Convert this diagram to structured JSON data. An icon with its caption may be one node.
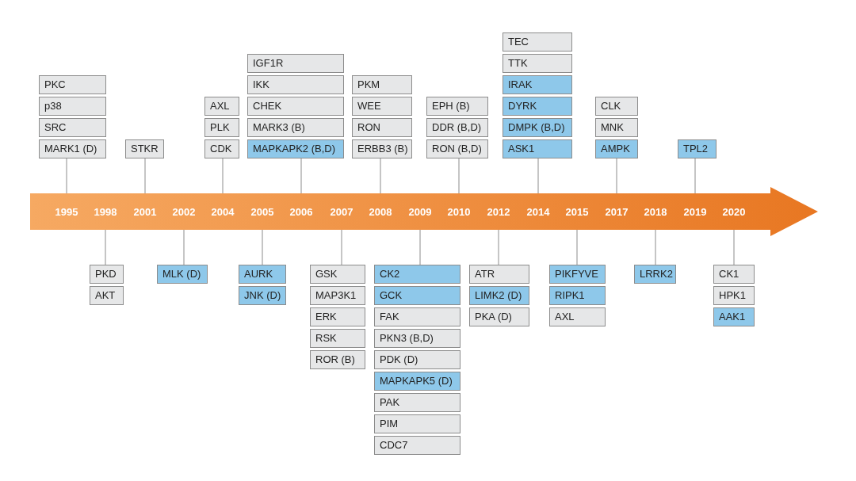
{
  "diagram": {
    "nodes": [
      {
        "text": [],
        "shape": "arrow"
      },
      {
        "text": [
          "1995"
        ],
        "in": 0
      },
      {
        "text": [
          "1998"
        ],
        "in": 0
      },
      {
        "text": [
          "2001"
        ],
        "in": 0
      },
      {
        "text": [
          "2002"
        ],
        "in": 0
      },
      {
        "text": [
          "2004"
        ],
        "in": 0
      },
      {
        "text": [
          "2005"
        ],
        "in": 0
      },
      {
        "text": [
          "2006"
        ],
        "in": 0
      },
      {
        "text": [
          "2007"
        ],
        "in": 0
      },
      {
        "text": [
          "2008"
        ],
        "in": 0
      },
      {
        "text": [
          "2009"
        ],
        "in": 0
      },
      {
        "text": [
          "2010"
        ],
        "in": 0
      },
      {
        "text": [
          "2012"
        ],
        "in": 0
      },
      {
        "text": [
          "2014"
        ],
        "in": 0
      },
      {
        "text": [
          "2015"
        ],
        "in": 0
      },
      {
        "text": [
          "2017"
        ],
        "in": 0
      },
      {
        "text": [
          "2018"
        ],
        "in": 0
      },
      {
        "text": [
          "2019"
        ],
        "in": 0
      },
      {
        "text": [
          "2020"
        ],
        "in": 0
      },
      {
        "text": [
          "PKC"
        ]
      },
      {
        "text": [
          "p38"
        ]
      },
      {
        "text": [
          "SRC"
        ]
      },
      {
        "text": [
          "MARK1 (D)"
        ]
      },
      {
        "text": [
          "STKR"
        ]
      },
      {
        "text": [
          "AXL"
        ]
      },
      {
        "text": [
          "PLK"
        ]
      },
      {
        "text": [
          "CDK"
        ]
      },
      {
        "text": [
          "IGF1R"
        ]
      },
      {
        "text": [
          "IKK"
        ]
      },
      {
        "text": [
          "CHEK"
        ]
      },
      {
        "text": [
          "MARK3 (B)"
        ]
      },
      {
        "text": [
          "MAPKAPK2 (B,D)"
        ]
      },
      {
        "text": [
          "PKM"
        ]
      },
      {
        "text": [
          "WEE"
        ]
      },
      {
        "text": [
          "RON"
        ]
      },
      {
        "text": [
          "ERBB3 (B)"
        ]
      },
      {
        "text": [
          "EPH (B)"
        ]
      },
      {
        "text": [
          "DDR (B,D)"
        ]
      },
      {
        "text": [
          "RON (B,D)"
        ]
      },
      {
        "text": [
          "TEC"
        ]
      },
      {
        "text": [
          "TTK"
        ]
      },
      {
        "text": [
          "IRAK"
        ]
      },
      {
        "text": [
          "DYRK"
        ]
      },
      {
        "text": [
          "DMPK (B,D)"
        ]
      },
      {
        "text": [
          "ASK1"
        ]
      },
      {
        "text": [
          "CLK"
        ]
      },
      {
        "text": [
          "MNK"
        ]
      },
      {
        "text": [
          "AMPK"
        ]
      },
      {
        "text": [
          "TPL2"
        ]
      },
      {
        "text": [
          "PKD"
        ]
      },
      {
        "text": [
          "AKT"
        ]
      },
      {
        "text": [
          "MLK (D)"
        ]
      },
      {
        "text": [
          "AURK"
        ]
      },
      {
        "text": [
          "JNK (D)"
        ]
      },
      {
        "text": [
          "GSK"
        ]
      },
      {
        "text": [
          "MAP3K1"
        ]
      },
      {
        "text": [
          "ERK"
        ]
      },
      {
        "text": [
          "RSK"
        ]
      },
      {
        "text": [
          "ROR (B)"
        ]
      },
      {
        "text": [
          "CK2"
        ]
      },
      {
        "text": [
          "GCK"
        ]
      },
      {
        "text": [
          "FAK"
        ]
      },
      {
        "text": [
          "PKN3 (B,D)"
        ]
      },
      {
        "text": [
          "PDK (D)"
        ]
      },
      {
        "text": [
          "MAPKAPK5 (D)"
        ]
      },
      {
        "text": [
          "PAK"
        ]
      },
      {
        "text": [
          "PIM"
        ]
      },
      {
        "text": [
          "CDC7"
        ]
      },
      {
        "text": [
          "ATR"
        ]
      },
      {
        "text": [
          "LIMK2 (D)"
        ]
      },
      {
        "text": [
          "PKA (D)"
        ]
      },
      {
        "text": [
          "PIKFYVE"
        ]
      },
      {
        "text": [
          "RIPK1"
        ]
      },
      {
        "text": [
          "AXL"
        ]
      },
      {
        "text": [
          "LRRK2"
        ]
      },
      {
        "text": [
          "CK1"
        ]
      },
      {
        "text": [
          "HPK1"
        ]
      },
      {
        "text": [
          "AAK1"
        ]
      }
    ],
    "edges": [
      {
        "from": 22,
        "to": 1,
        "arrow": "none"
      },
      {
        "from": 23,
        "to": 3,
        "arrow": "none"
      },
      {
        "from": 26,
        "to": 5,
        "arrow": "none"
      },
      {
        "from": 31,
        "to": 7,
        "arrow": "none"
      },
      {
        "from": 35,
        "to": 9,
        "arrow": "none"
      },
      {
        "from": 38,
        "to": 11,
        "arrow": "none"
      },
      {
        "from": 44,
        "to": 13,
        "arrow": "none"
      },
      {
        "from": 47,
        "to": 15,
        "arrow": "none"
      },
      {
        "from": 48,
        "to": 17,
        "arrow": "none"
      },
      {
        "from": 49,
        "to": 2,
        "arrow": "none"
      },
      {
        "from": 51,
        "to": 4,
        "arrow": "none"
      },
      {
        "from": 52,
        "to": 6,
        "arrow": "none"
      },
      {
        "from": 54,
        "to": 8,
        "arrow": "none"
      },
      {
        "from": 59,
        "to": 10,
        "arrow": "none"
      },
      {
        "from": 68,
        "to": 12,
        "arrow": "none"
      },
      {
        "from": 71,
        "to": 14,
        "arrow": "none"
      },
      {
        "from": 74,
        "to": 16,
        "arrow": "none"
      },
      {
        "from": 75,
        "to": 18,
        "arrow": "none"
      }
    ]
  }
}
